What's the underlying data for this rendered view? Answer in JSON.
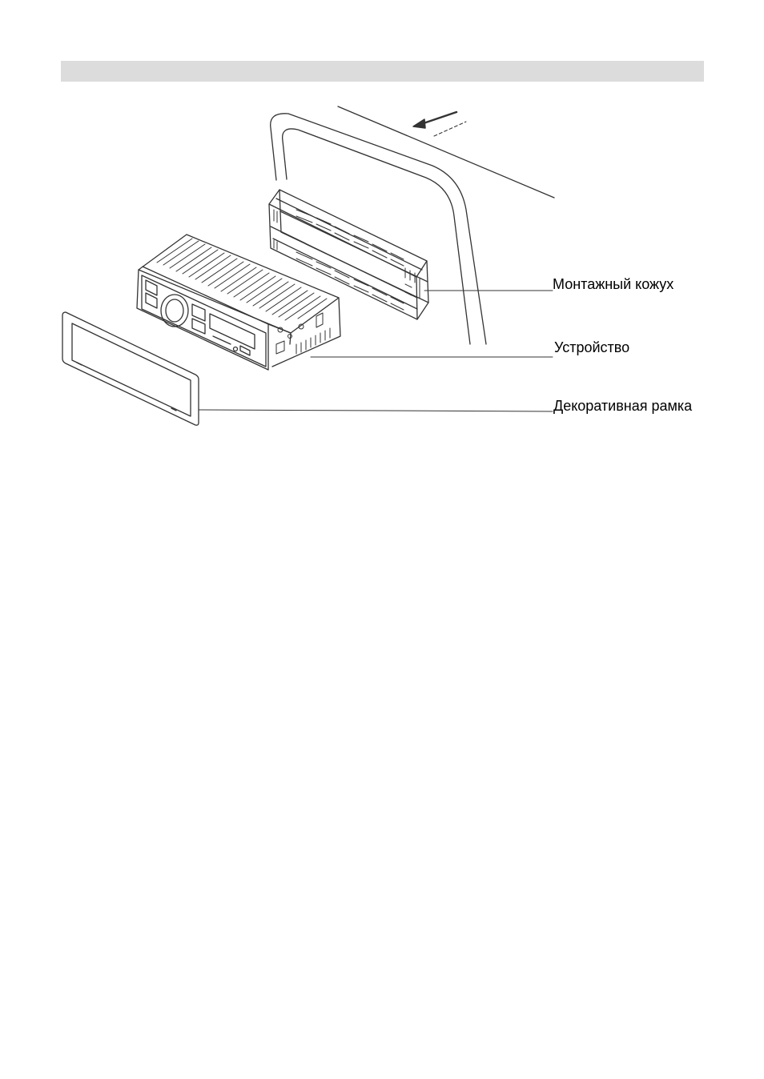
{
  "header": {
    "bar_color": "#dcdcdc"
  },
  "diagram": {
    "arrow_icon": "insert-direction-arrow-icon",
    "labels": {
      "sleeve": "Монтажный кожух",
      "unit": "Устройство",
      "frame": "Декоративная рамка"
    }
  }
}
